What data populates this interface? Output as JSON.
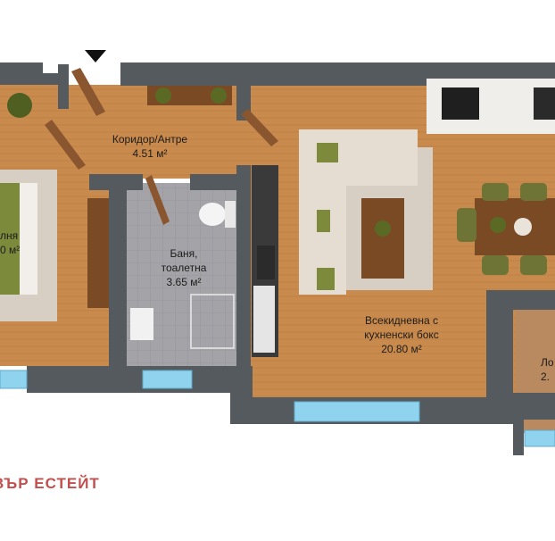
{
  "rooms": {
    "corridor": {
      "name": "Коридор/Антре",
      "area": "4.51 м²"
    },
    "bathroom": {
      "name_line1": "Баня,",
      "name_line2": "тоалетна",
      "area": "3.65 м²"
    },
    "living": {
      "name_line1": "Всекидневна с",
      "name_line2": "кухненски бокс",
      "area": "20.80 м²"
    },
    "bedroom": {
      "name": "лня",
      "area": "0 м²"
    },
    "loggia": {
      "name": "Ло",
      "area": "2."
    }
  },
  "brand": {
    "text": "ВЪР ЕСТЕЙТ",
    "color": "#c0504d"
  },
  "colors": {
    "floor": "#c98a4d",
    "wall": "#555a5e",
    "tile": "#9a9aa0",
    "window": "#8fd3ef",
    "sofa": "#e5ddd2",
    "cushion": "#7d8a3b",
    "wood": "#7a4a25",
    "counter": "#efeeea"
  }
}
